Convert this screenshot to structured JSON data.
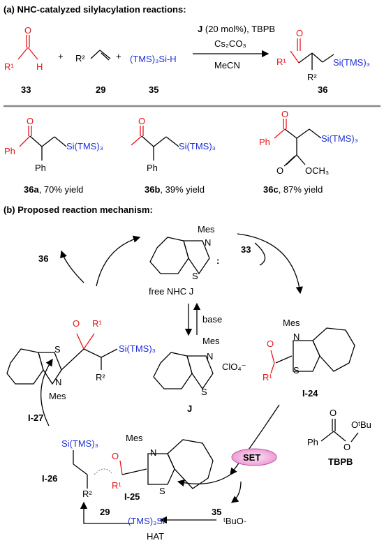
{
  "section_a": {
    "title": "(a) NHC-catalyzed silylacylation reactions:",
    "reagents": {
      "aldehyde_label": "33",
      "alkene_label": "29",
      "silane_label": "35",
      "product_label": "36",
      "plus": "+"
    },
    "conditions": {
      "catalyst": "J",
      "catalyst_load": "(20 mol%), TBPB",
      "base": "Cs₂CO₃",
      "solvent": "MeCN"
    },
    "atoms": {
      "O": "O",
      "H": "H",
      "R1": "R¹",
      "R2": "R²",
      "silane": "(TMS)₃Si-H",
      "siltms": "Si(TMS)₃"
    },
    "examples": [
      {
        "id": "36a",
        "yield": ", 70% yield",
        "left": "Ph",
        "sub": "Ph"
      },
      {
        "id": "36b",
        "yield": ", 39% yield",
        "sub": "Ph"
      },
      {
        "id": "36c",
        "yield": ", 87% yield",
        "left": "Ph",
        "ester": "OCH₃"
      }
    ]
  },
  "section_b": {
    "title": "(b) Proposed reaction mechanism:",
    "free_nhc": "free NHC J",
    "labels": {
      "j": "J",
      "i24": "I-24",
      "i25": "I-25",
      "i26": "I-26",
      "i27": "I-27",
      "tbpb": "TBPB",
      "p36": "36",
      "r33": "33",
      "r29": "29",
      "r35": "35"
    },
    "base": "base",
    "mes": "Mes",
    "clo4": "ClO₄⁻",
    "set": "SET",
    "hat": "HAT",
    "tbuo": "ᵗBuO·",
    "tmssi": "(TMS)₃Si·",
    "ph": "Ph",
    "otbu": "OᵗBu"
  },
  "colors": {
    "red": "#e8141b",
    "blue": "#1f2fd6",
    "set_fill": "#f3b5e0"
  }
}
